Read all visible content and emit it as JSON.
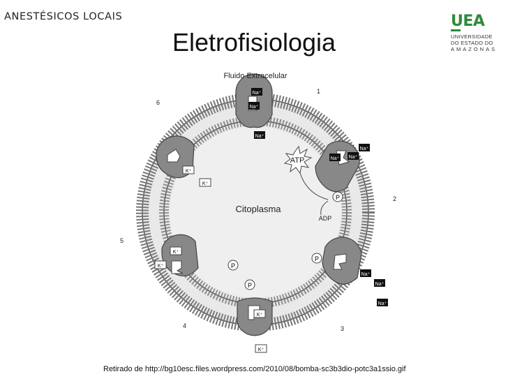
{
  "header": {
    "top_label": "ANESTÉSICOS LOCAIS",
    "title": "Eletrofisiologia"
  },
  "logo": {
    "mark": "UEA",
    "line1": "UNIVERSIDADE",
    "line2": "DO ESTADO DO",
    "line3": "AMAZONAS"
  },
  "diagram": {
    "top_label": "Fluido Extracelular",
    "center_label": "Citoplasma",
    "atp": "ATP",
    "adp": "ADP",
    "phosphate": "P",
    "sodium": "Na⁺",
    "potassium": "K⁺",
    "steps": [
      "1",
      "2",
      "3",
      "4",
      "5",
      "6"
    ]
  },
  "caption": "Retirado de http://bg10esc.files.wordpress.com/2010/08/bomba-sc3b3dio-potc3a1ssio.gif"
}
